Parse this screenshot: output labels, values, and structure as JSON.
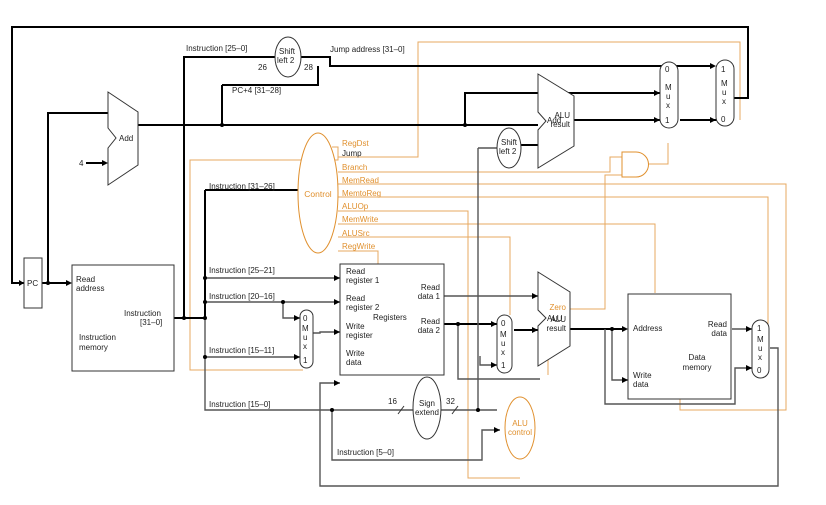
{
  "colors": {
    "control": "#e0902e",
    "control_line": "#e7a860",
    "datapath_bold": "#000000",
    "datapath": "#555555",
    "block_border": "#333333"
  },
  "labels": {
    "pc": "PC",
    "add": "Add",
    "four": "4",
    "im_read": "Read",
    "im_address": "address",
    "im_instr": "Instruction",
    "im_instr_bits": "[31–0]",
    "im_name1": "Instruction",
    "im_name2": "memory",
    "shift_top_1": "Shift",
    "shift_top_2": "left 2",
    "shift_mid_1": "Shift",
    "shift_mid_2": "left 2",
    "instr_25_0": "Instruction [25–0]",
    "n26": "26",
    "n28": "28",
    "jump_address": "Jump address [31–0]",
    "pc4": "PC+4 [31–28]",
    "instr_31_26": "Instruction [31–26]",
    "instr_25_21": "Instruction [25–21]",
    "instr_20_16": "Instruction [20–16]",
    "instr_15_11": "Instruction [15–11]",
    "instr_15_0": "Instruction [15–0]",
    "instr_5_0": "Instruction [5–0]",
    "n16": "16",
    "n32": "32",
    "control": "Control",
    "sig_regdst": "RegDst",
    "sig_jump": "Jump",
    "sig_branch": "Branch",
    "sig_memread": "MemRead",
    "sig_memtoreg": "MemtoReg",
    "sig_aluop": "ALUOp",
    "sig_memwrite": "MemWrite",
    "sig_alusrc": "ALUSrc",
    "sig_regwrite": "RegWrite",
    "rf_rr1a": "Read",
    "rf_rr1b": "register 1",
    "rf_rr2a": "Read",
    "rf_rr2b": "register 2",
    "rf_wra": "Write",
    "rf_wrb": "register",
    "rf_wda": "Write",
    "rf_wdb": "data",
    "rf_rd1a": "Read",
    "rf_rd1b": "data 1",
    "rf_rd2a": "Read",
    "rf_rd2b": "data 2",
    "rf_name": "Registers",
    "sign_1": "Sign",
    "sign_2": "extend",
    "aluctl_1": "ALU",
    "aluctl_2": "control",
    "alu": "ALU",
    "alu_zero": "Zero",
    "alu_res_1": "ALU",
    "alu_res_2": "result",
    "add2": "Add",
    "add2_res_1": "ALU",
    "add2_res_2": "result",
    "dm_address": "Address",
    "dm_read_1": "Read",
    "dm_read_2": "data",
    "dm_write_1": "Write",
    "dm_write_2": "data",
    "dm_name_1": "Data",
    "dm_name_2": "memory",
    "mux_m": "M",
    "mux_u": "u",
    "mux_x": "x",
    "zero": "0",
    "one": "1"
  }
}
